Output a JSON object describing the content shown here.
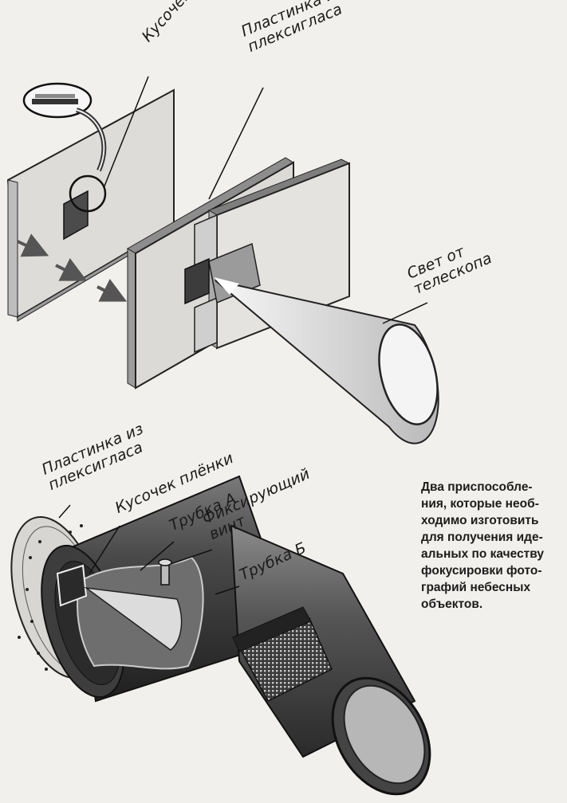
{
  "top_diagram": {
    "label_film_piece": "Кусочек плёнки",
    "label_plexiglass": "Пластинка из\nплексигласа",
    "label_telescope_light": "Свет от\nтелескопа"
  },
  "bottom_diagram": {
    "label_plexiglass": "Пластинка из\nплексигласа",
    "label_film_piece": "Кусочек плёнки",
    "label_tube_a": "Трубка А",
    "label_fixing_screw": "Фиксирующий\nвинт",
    "label_tube_b": "Трубка Б"
  },
  "caption": {
    "lines": [
      "Два приспособле-",
      "ния, которые необ-",
      "ходимо изготовить",
      "для получения иде-",
      "альных по качеству",
      "фокусировки фото-",
      "графий небесных",
      "объектов."
    ]
  },
  "colors": {
    "background": "#f2f0ec",
    "plate_fill": "#dcdad6",
    "dark_metal": "#3a3a3a",
    "ink": "#1b1b1b"
  }
}
